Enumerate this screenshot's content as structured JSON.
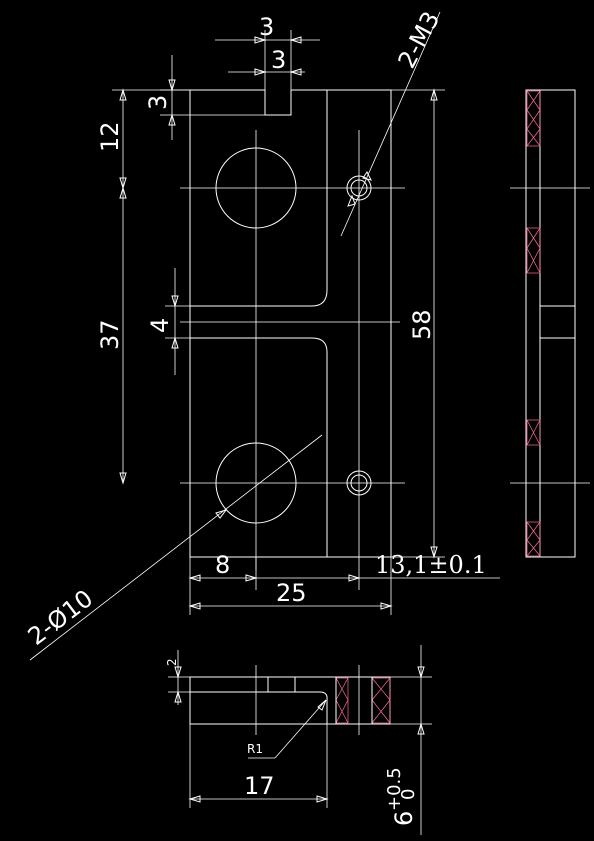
{
  "dimensions": {
    "slot_width": "3",
    "slot_width_inner": "3",
    "slot_depth": "3",
    "hole_spacing_top": "12",
    "hole_center_distance": "37",
    "gap_height": "4",
    "overall_height": "58",
    "hole_offset": "8",
    "overall_width": "25",
    "thread_callout": "2-M3",
    "hole_callout": "2-Ø10",
    "fit_tolerance": "13,1±0.1",
    "step_height": "2",
    "radius_callout": "R1",
    "bottom_width": "17",
    "thickness_tolerance": "6",
    "thickness_upper": "+0.5",
    "thickness_lower": "0"
  }
}
